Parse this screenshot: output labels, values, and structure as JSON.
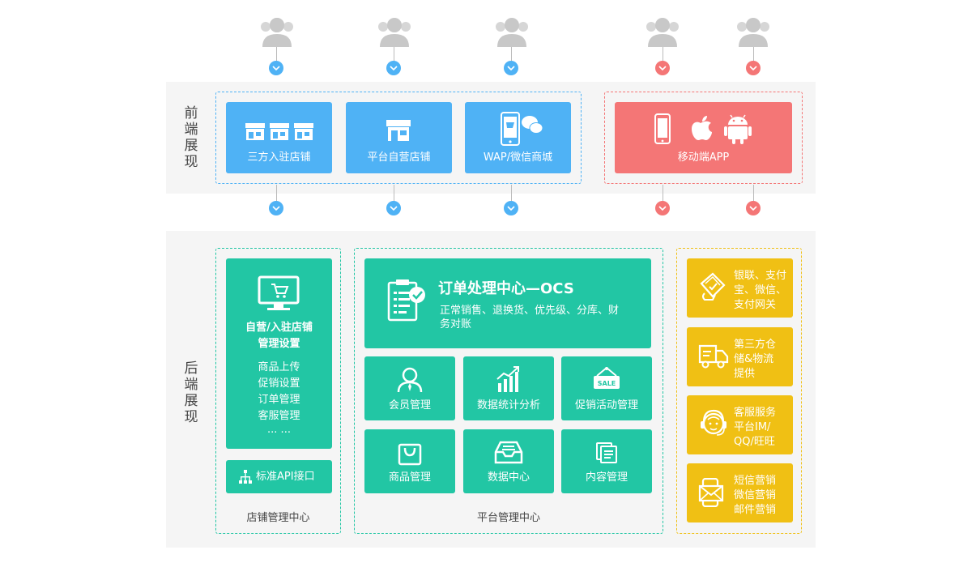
{
  "front": {
    "label": "前端展现",
    "third_party_stores": "三方入驻店铺",
    "platform_store": "平台自营店铺",
    "wap_wechat_mall": "WAP/微信商城",
    "mobile_app": "移动端APP"
  },
  "back": {
    "label": "后端展现",
    "store_center": {
      "title": "自营/入驻店铺管理设置",
      "title_line1": "自营/入驻店铺",
      "title_line2": "管理设置",
      "items": [
        "商品上传",
        "促销设置",
        "订单管理",
        "客服管理",
        "... ..."
      ],
      "api": "标准API接口",
      "group_title": "店铺管理中心"
    },
    "platform_center": {
      "ocs_title": "订单处理中心—OCS",
      "ocs_desc_line1": "正常销售、退换货、优先级、分库、财",
      "ocs_desc_line2": "务对账",
      "modules": {
        "member": "会员管理",
        "stats": "数据统计分析",
        "promo": "促销活动管理",
        "goods": "商品管理",
        "data": "数据中心",
        "content": "内容管理"
      },
      "group_title": "平台管理中心"
    },
    "services": {
      "payment": [
        "银联、支付",
        "宝、微信、",
        "支付网关"
      ],
      "logistics": [
        "第三方仓",
        "储&物流",
        "提供"
      ],
      "support": [
        "客服服务",
        "平台IM/",
        "QQ/旺旺"
      ],
      "marketing": [
        "短信营销",
        "微信营销",
        "邮件营销"
      ]
    }
  },
  "colors": {
    "blue": "#4fb2f5",
    "red": "#f47676",
    "green": "#22c6a4",
    "yellow": "#f0c014",
    "panel": "#f5f5f5"
  }
}
